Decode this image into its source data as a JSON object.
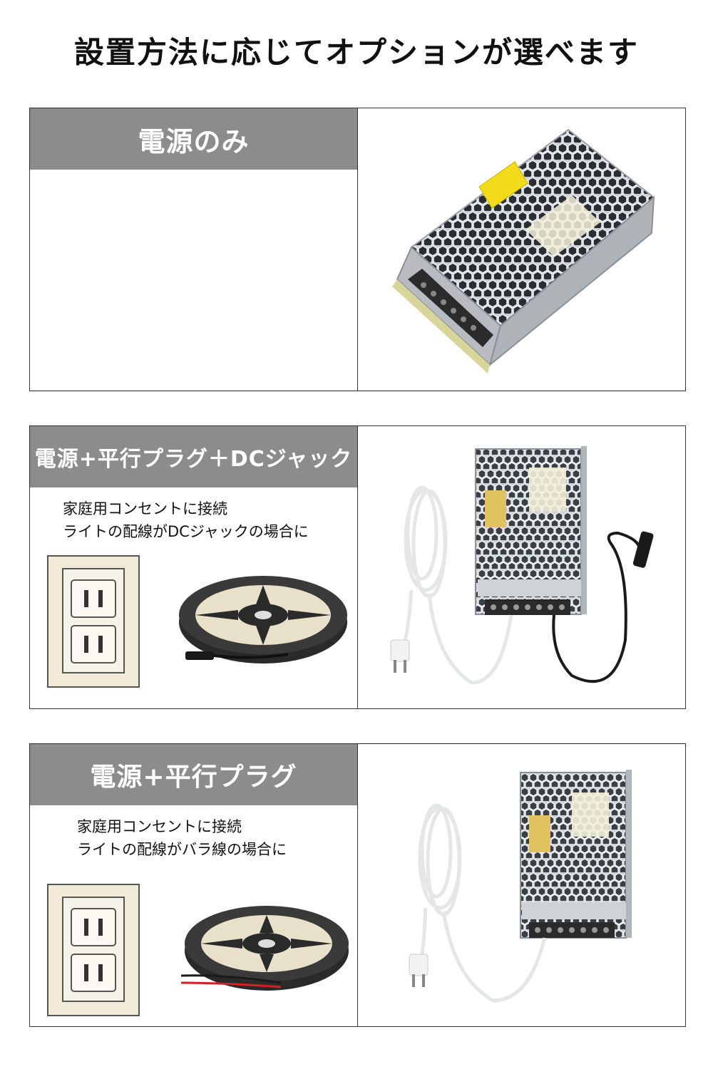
{
  "title": "設置方法に応じてオプションが選べます",
  "options": [
    {
      "label": "電源のみ",
      "lines": []
    },
    {
      "label": "電源+平行プラグ＋DCジャック",
      "lines": [
        "家庭用コンセントに接続",
        "ライトの配線がDCジャックの場合に"
      ]
    },
    {
      "label": "電源+平行プラグ",
      "lines": [
        "家庭用コンセントに接続",
        "ライトの配線がバラ線の場合に"
      ]
    }
  ],
  "colors": {
    "label_bg": "#8c8c8c",
    "border": "#333333",
    "warning_label": "#f2dc1a"
  },
  "icons": [
    "power-supply-icon",
    "wall-outlet-icon",
    "led-strip-reel-icon",
    "power-cord-plug-icon",
    "dc-jack-cable-icon"
  ]
}
